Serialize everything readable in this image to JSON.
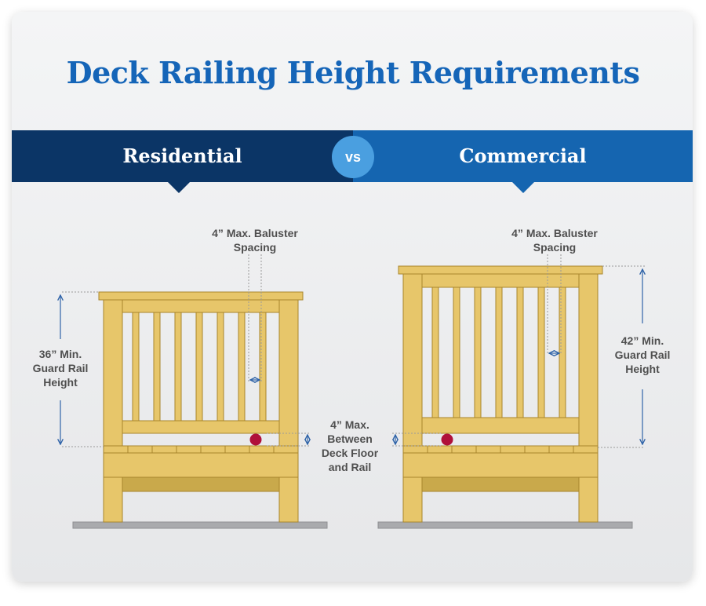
{
  "title": "Deck Railing Height Requirements",
  "residential": {
    "label": "Residential",
    "baluster_spacing": "4” Max. Baluster Spacing",
    "guard_rail_height": "36” Min. Guard Rail Height"
  },
  "vs_label": "vs",
  "commercial": {
    "label": "Commercial",
    "baluster_spacing": "4” Max. Baluster Spacing",
    "guard_rail_height": "42” Min. Guard Rail Height"
  },
  "floor_gap": "4” Max. Between Deck Floor and Rail",
  "colors": {
    "title": "#1565b8",
    "residential_banner": "#0b3566",
    "commercial_banner": "#1565b0",
    "vs_circle": "#4a9fe0",
    "wood": "#e7c66a",
    "wood_outline": "#a8852c",
    "sphere": "#b0103a",
    "dimension_arrow": "#2f63a8"
  }
}
